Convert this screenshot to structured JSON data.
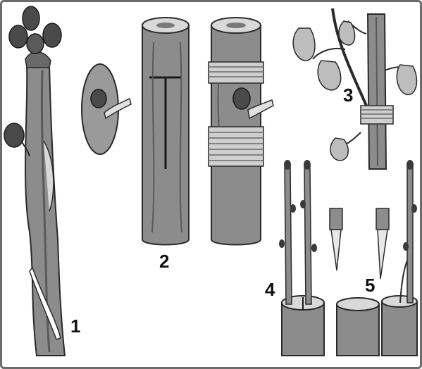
{
  "colors": {
    "border": "#6b6b6b",
    "background": "#ffffff",
    "bark": "#8c8c8c",
    "bark_dark": "#3a3a3a",
    "cut_face": "#d9d9d9",
    "bud": "#4a4a4a",
    "leaf": "#bdbdbd",
    "binding": "#cfcfcf"
  },
  "figures": [
    {
      "number": "1"
    },
    {
      "number": "2"
    },
    {
      "number": "3"
    },
    {
      "number": "4"
    },
    {
      "number": "5"
    }
  ],
  "icons": [
    "budded-shoot-icon",
    "shield-bud-icon",
    "t-cut-stock-icon",
    "wrapped-graft-icon",
    "tied-twig-icon",
    "cleft-graft-icon",
    "wedge-scion-icon"
  ]
}
